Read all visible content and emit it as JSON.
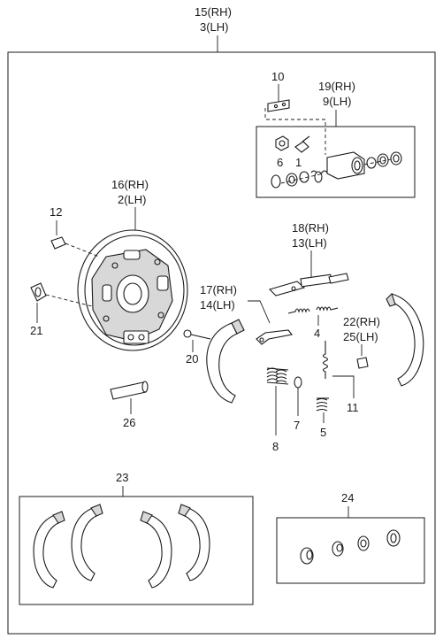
{
  "callouts": {
    "c15": "15(RH)",
    "c3": "3(LH)",
    "c10": "10",
    "c19": "19(RH)",
    "c9": "9(LH)",
    "c6": "6",
    "c1": "1",
    "c16": "16(RH)",
    "c2": "2(LH)",
    "c12": "12",
    "c18": "18(RH)",
    "c13": "13(LH)",
    "c17": "17(RH)",
    "c14": "14(LH)",
    "c4": "4",
    "c22": "22(RH)",
    "c25": "25(LH)",
    "c21": "21",
    "c20": "20",
    "c11": "11",
    "c26": "26",
    "c7": "7",
    "c5": "5",
    "c8": "8",
    "c23": "23",
    "c24": "24"
  }
}
